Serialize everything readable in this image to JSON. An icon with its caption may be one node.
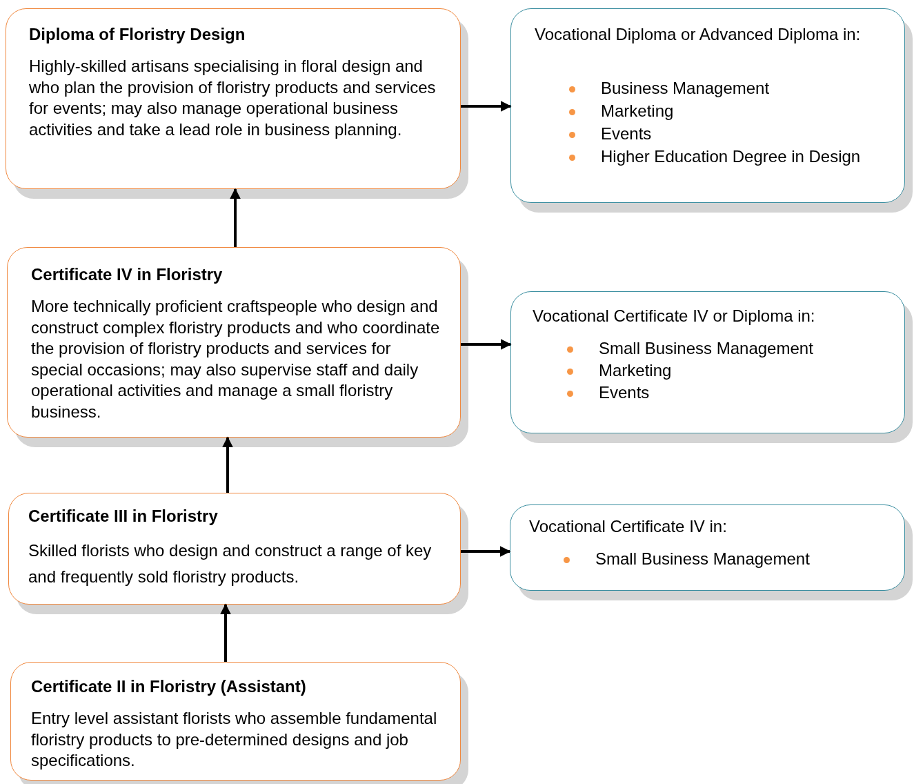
{
  "diagram": {
    "nodes": [
      {
        "text": [
          "Diploma of Floristry Design",
          "Highly-skilled artisans specialising in floral design and who plan the provision of floristry products and services for events; may also manage operational business activities and take a lead role in business planning."
        ]
      },
      {
        "text": [
          "Vocational Diploma or Advanced Diploma in:",
          "Business Management",
          "Marketing",
          "Events",
          "Higher Education Degree in Design"
        ]
      },
      {
        "text": [
          "Certificate IV in Floristry",
          "More technically proficient craftspeople who design and construct complex floristry products and who coordinate the provision of floristry products and services for special occasions; may also supervise staff and daily operational activities and manage a small floristry business."
        ]
      },
      {
        "text": [
          "Vocational Certificate IV or Diploma in:",
          "Small Business Management",
          "Marketing",
          "Events"
        ]
      },
      {
        "text": [
          "Certificate III in Floristry",
          "Skilled florists who design and construct a range of key and frequently sold floristry products."
        ]
      },
      {
        "text": [
          "Vocational Certificate IV in:",
          "Small Business Management"
        ]
      },
      {
        "text": [
          "Certificate II in Floristry (Assistant)",
          "Entry level assistant florists who assemble fundamental floristry products to pre-determined designs and job specifications."
        ]
      }
    ],
    "edges": [
      {
        "from": 2,
        "to": 0,
        "arrow": "to"
      },
      {
        "from": 0,
        "to": 1,
        "arrow": "to"
      },
      {
        "from": 2,
        "to": 3,
        "arrow": "to"
      },
      {
        "from": 4,
        "to": 2,
        "arrow": "to"
      },
      {
        "from": 4,
        "to": 5,
        "arrow": "to"
      },
      {
        "from": 6,
        "to": 4,
        "arrow": "to"
      }
    ]
  }
}
